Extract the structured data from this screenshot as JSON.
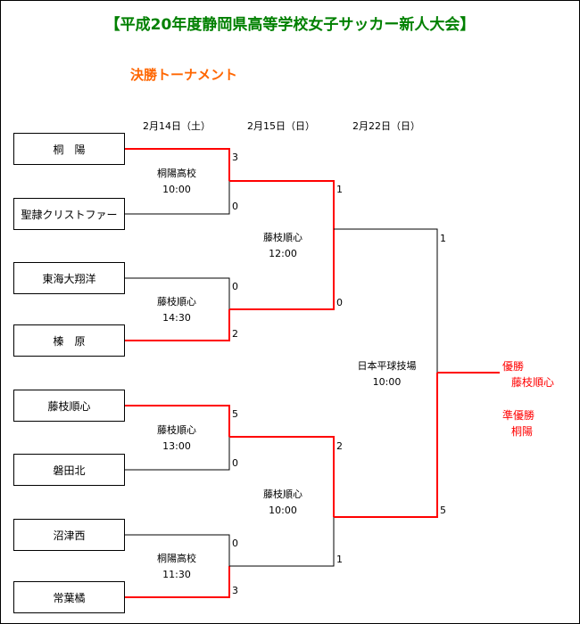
{
  "title": "【平成20年度静岡県高等学校女子サッカー新人大会】",
  "subtitle": "決勝トーナメント",
  "dates": [
    "2月14日（土）",
    "2月15日（日）",
    "2月22日（日）"
  ],
  "teams": [
    "桐　陽",
    "聖隷クリストファー",
    "東海大翔洋",
    "榛　原",
    "藤枝順心",
    "磐田北",
    "沼津西",
    "常葉橘"
  ],
  "round1": [
    {
      "venue": "桐陽高校",
      "time": "10:00",
      "score_top": "3",
      "score_bottom": "0"
    },
    {
      "venue": "藤枝順心",
      "time": "14:30",
      "score_top": "0",
      "score_bottom": "2"
    },
    {
      "venue": "藤枝順心",
      "time": "13:00",
      "score_top": "5",
      "score_bottom": "0"
    },
    {
      "venue": "桐陽高校",
      "time": "11:30",
      "score_top": "0",
      "score_bottom": "3"
    }
  ],
  "round2": [
    {
      "venue": "藤枝順心",
      "time": "12:00",
      "score_top": "1",
      "score_bottom": "0"
    },
    {
      "venue": "藤枝順心",
      "time": "10:00",
      "score_top": "2",
      "score_bottom": "1"
    }
  ],
  "final": {
    "venue": "日本平球技場",
    "time": "10:00",
    "score_top": "1",
    "score_bottom": "5"
  },
  "results": {
    "champion_label": "優勝",
    "champion": "藤枝順心",
    "runnerup_label": "準優勝",
    "runnerup": "桐陽"
  },
  "colors": {
    "title": "#008000",
    "subtitle": "#ff6600",
    "winner_line": "#ff0000",
    "line": "#000000",
    "result": "#ff0000"
  }
}
